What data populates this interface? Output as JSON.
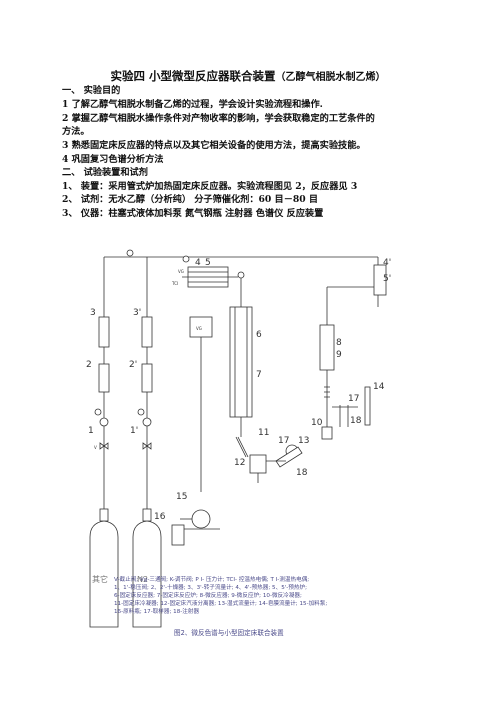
{
  "header": {
    "title_main": "实验四  小型微型反应器联合装置",
    "title_sub": "（乙醇气相脱水制乙烯）"
  },
  "section1": {
    "heading": "一、      实验目的",
    "items": [
      "1 了解乙醇气相脱水制备乙烯的过程，学会设计实验流程和操作.",
      "2  掌握乙醇气相脱水操作条件对产物收率的影响，学会获取稳定的工艺条件的",
      "方法。",
      "3  熟悉固定床反应器的特点以及其它相关设备的使用方法，提高实验技能。",
      "4  巩固复习色谱分析方法"
    ]
  },
  "section2": {
    "heading": "二、      试验装置和试剂",
    "items": [
      "1、  装置：采用管式炉加热固定床反应器。实验流程图见 2，反应器见 3",
      "2、  试剂：无水乙醇（分析纯） 分子筛催化剂：60 目－80 目",
      "3、  仪器：柱塞式液体加料泵  氮气钢瓶  注射器    色谱仪  反应装置"
    ]
  },
  "diagram": {
    "cylinders": [
      "其它",
      "N2"
    ],
    "labels": {
      "n1": "1",
      "n1p": "1'",
      "n2": "2",
      "n2p": "2'",
      "n3": "3",
      "n3p": "3'",
      "n4": "4",
      "n4p": "4'",
      "n5": "5",
      "n5p": "5'",
      "n6": "6",
      "n7": "7",
      "n8": "8",
      "n9": "9",
      "n10": "10",
      "n11": "11",
      "n12": "12",
      "n13": "13",
      "n14": "14",
      "n15": "15",
      "n16": "16",
      "n17a": "17",
      "n17b": "17",
      "n18a": "18",
      "n18b": "18",
      "vg": "VG",
      "vg2": "VG",
      "v": "V",
      "tci": "TCI"
    },
    "legend": [
      "V-截止阀;   Vg-三通阀;    K-调节阀;    P I- 压力计;   TCI- 控温热电偶;    T I-测温热电偶;",
      "1、1'-稳压阀;    2、2'-十燥器;    3、3'-转子流量计;     4、4'-预热器;      5、5'-预热炉;",
      "6-固定床反应器;    7-固定床反应炉;    8-微反应器;    9-微反应炉;     10-微反冷凝器;",
      "11-固定床冷凝器;   12-固定床汽液分离器; 13-湿式流量计; 14-皂膜流量计; 15-加料泵;",
      "16-原料瓶;      17-取样器; 18-注射器"
    ],
    "caption": "图2、微反色谱与小型固定床联合装置"
  }
}
